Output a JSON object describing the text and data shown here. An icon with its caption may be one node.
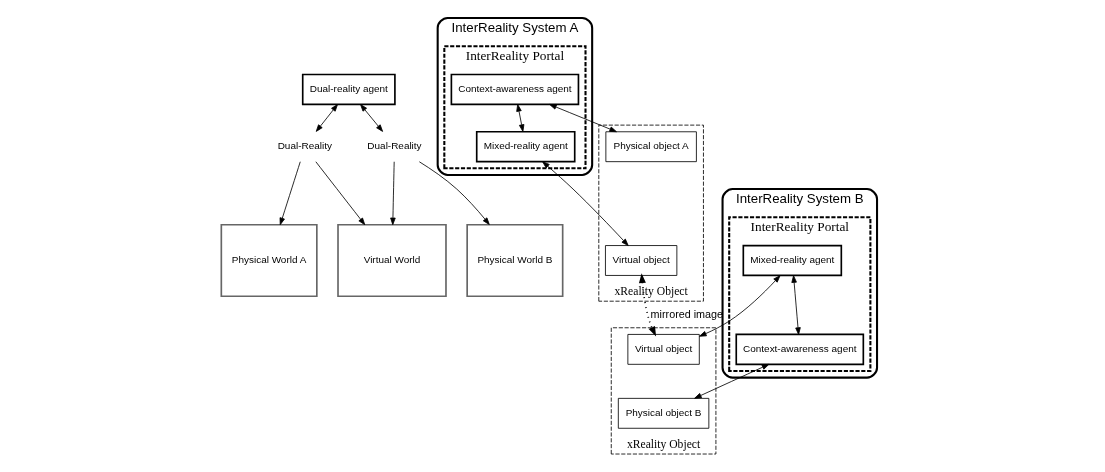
{
  "diagram": {
    "nodes": [
      {
        "text": [
          "Dual-reality agent"
        ]
      },
      {
        "text": [
          "Dual-Reality"
        ]
      },
      {
        "text": [
          "Dual-Reality"
        ]
      },
      {
        "text": [
          "Physical World A"
        ]
      },
      {
        "text": [
          "Virtual World"
        ]
      },
      {
        "text": [
          "Physical World B"
        ]
      },
      {
        "text": [
          "InterReality System A"
        ]
      },
      {
        "text": [
          "InterReality Portal"
        ],
        "in": 6
      },
      {
        "text": [
          "Context-awareness agent"
        ],
        "in": 7
      },
      {
        "text": [
          "Mixed-reality agent"
        ],
        "in": 7
      },
      {
        "text": [
          "xReality Object"
        ]
      },
      {
        "text": [
          "Physical object A"
        ],
        "in": 10
      },
      {
        "text": [
          "Virtual object"
        ],
        "in": 10
      },
      {
        "text": [
          "InterReality System B"
        ]
      },
      {
        "text": [
          "InterReality Portal"
        ],
        "in": 13
      },
      {
        "text": [
          "Mixed-reality agent"
        ],
        "in": 14
      },
      {
        "text": [
          "Context-awareness agent"
        ],
        "in": 14
      },
      {
        "text": [
          "xReality Object"
        ]
      },
      {
        "text": [
          "Virtual object"
        ],
        "in": 17
      },
      {
        "text": [
          "Physical object B"
        ],
        "in": 17
      }
    ],
    "edges": [
      {
        "from": 0,
        "to": 1,
        "arrow": "both"
      },
      {
        "from": 0,
        "to": 2,
        "arrow": "both"
      },
      {
        "from": 1,
        "to": 3,
        "arrow": "to"
      },
      {
        "from": 1,
        "to": 4,
        "arrow": "to"
      },
      {
        "from": 2,
        "to": 4,
        "arrow": "to"
      },
      {
        "from": 2,
        "to": 5,
        "arrow": "to"
      },
      {
        "from": 8,
        "to": 11,
        "arrow": "both"
      },
      {
        "from": 8,
        "to": 9,
        "arrow": "both"
      },
      {
        "from": 9,
        "to": 12,
        "arrow": "both"
      },
      {
        "from": 15,
        "to": 18,
        "arrow": "both"
      },
      {
        "from": 15,
        "to": 16,
        "arrow": "both"
      },
      {
        "from": 16,
        "to": 19,
        "arrow": "both"
      },
      {
        "from": 12,
        "to": 18,
        "arrow": "both",
        "style": "dashed",
        "label": "mirrored image"
      }
    ]
  }
}
